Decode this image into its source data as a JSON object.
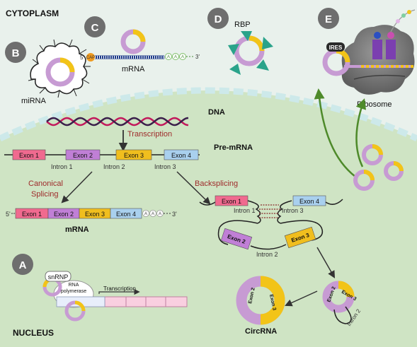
{
  "regions": {
    "cytoplasm": "CYTOPLASM",
    "nucleus": "NUCLEUS"
  },
  "badges": {
    "a": "A",
    "b": "B",
    "c": "C",
    "d": "D",
    "e": "E"
  },
  "mirna": {
    "label": "miRNA"
  },
  "mrna_c": {
    "label": "mRNA",
    "cap": "CAP",
    "prefix": "5'",
    "suffix": "3'",
    "poly_a": [
      "A",
      "A",
      "A"
    ]
  },
  "rbp": {
    "label": "RBP"
  },
  "ribosome": {
    "label": "Ribosome",
    "ires": "IRES"
  },
  "dna": {
    "label": "DNA"
  },
  "transcription": {
    "label": "Transcription"
  },
  "pre_mrna": {
    "label": "Pre-mRNA",
    "exons": [
      "Exon 1",
      "Exon 2",
      "Exon 3",
      "Exon 4"
    ],
    "introns": [
      "Intron 1",
      "Intron 2",
      "Intron 3"
    ]
  },
  "canonical": {
    "label_line1": "Canonical",
    "label_line2": "Splicing",
    "prefix": "5'",
    "suffix": "3'",
    "exons": [
      "Exon 1",
      "Exon 2",
      "Exon 3",
      "Exon 4"
    ],
    "poly_a": [
      "A",
      "A",
      "A"
    ],
    "mrna_label": "mRNA"
  },
  "backsplicing": {
    "label": "Backsplicing",
    "exons": [
      "Exon 1",
      "Exon 2",
      "Exon 3",
      "Exon 4"
    ],
    "introns": [
      "Intron 1",
      "Intron 2",
      "Intron 3"
    ]
  },
  "lariat": {
    "exon2": "Exon 2",
    "exon3": "Exon 3",
    "intron2": "Intron 2"
  },
  "circrna": {
    "label": "CircRNA",
    "exon2": "Exon 2",
    "exon3": "Exon 3"
  },
  "polymerase": {
    "snrnp": "snRNP",
    "line1": "RNA",
    "line2": "polymerase",
    "transcription": "Transcription"
  },
  "colors": {
    "exon1": "#f06a8f",
    "exon2": "#c07fd6",
    "exon3": "#f0be1e",
    "exon4": "#a9d0ee",
    "ring_purple": "#c79bd3",
    "ring_yellow": "#f2c418",
    "arrow_dark": "#333333",
    "arrow_green": "#4e8a2a",
    "label_red": "#9e2a2a"
  }
}
